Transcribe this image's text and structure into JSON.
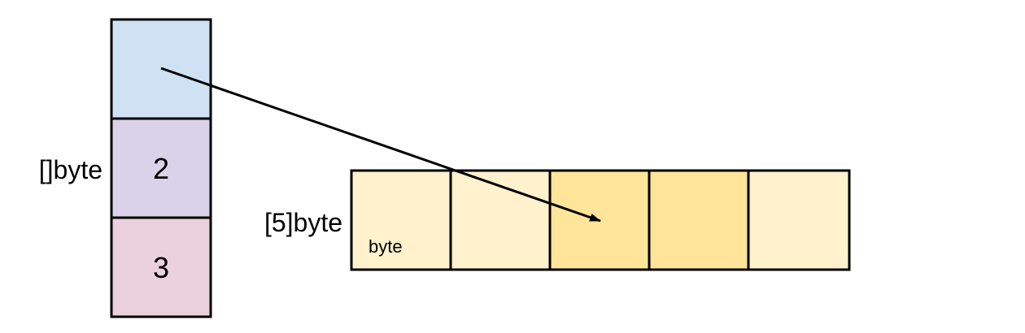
{
  "slice": {
    "label": "[]byte",
    "cells": [
      {
        "text": "",
        "color": "#cfe2f3"
      },
      {
        "text": "2",
        "color": "#d9d2e9"
      },
      {
        "text": "3",
        "color": "#ead1dc"
      }
    ]
  },
  "array": {
    "label": "[5]byte",
    "cell_label": "byte",
    "cells": [
      {
        "color": "#fff2cc"
      },
      {
        "color": "#fff2cc"
      },
      {
        "color": "#ffe599"
      },
      {
        "color": "#ffe599"
      },
      {
        "color": "#fff2cc"
      }
    ]
  },
  "colors": {
    "stroke": "#000000",
    "arrow": "#000000"
  }
}
